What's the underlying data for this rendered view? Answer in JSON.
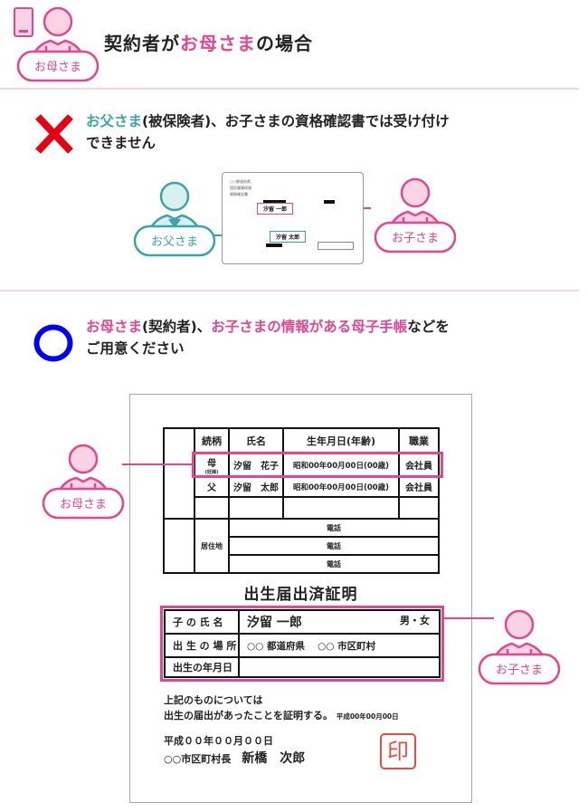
{
  "colors": {
    "pink": "#e4468f",
    "pink_fill": "#fad3e5",
    "teal": "#3aa5a8",
    "teal_fill": "#d9f0f0",
    "cross": "#e60012",
    "circle": "#0000ff"
  },
  "header": {
    "title_prefix": "契約者が",
    "title_highlight": "お母さま",
    "title_suffix": "の場合",
    "badge": "お母さま",
    "icon": "smartphone-icon"
  },
  "ng": {
    "icon": "cross-icon",
    "highlight": "お父さま",
    "text1": "(被保険者)、お子さまの資格確認書では受け付け",
    "text2": "できません",
    "father_label": "お父さま",
    "child_label": "お子さま",
    "card": {
      "insured_name": "汐留 一郎",
      "holder_name": "汐留 太郎",
      "row1": "○○都道府県",
      "row2": "国民健康保険",
      "row3": "資格確認書"
    }
  },
  "ok": {
    "icon": "circle-icon",
    "highlight1": "お母さま",
    "mid1": "(契約者)、",
    "highlight2": "お子さまの情報がある母子手帳",
    "text_end": "などを",
    "text2": "ご用意ください",
    "mother_label": "お母さま",
    "child_label": "お子さま"
  },
  "document": {
    "headers": [
      "続柄",
      "氏名",
      "生年月日(年齢)",
      "職業"
    ],
    "rows": [
      {
        "relation": "母",
        "relation_sub": "(妊婦)",
        "name": "汐留　花子",
        "birth": "昭和00年00月00日(00歳)",
        "job": "会社員"
      },
      {
        "relation": "父",
        "relation_sub": "",
        "name": "汐留　太郎",
        "birth": "昭和00年00月00日(00歳)",
        "job": "会社員"
      }
    ],
    "address_label": "居住地",
    "phone_label": "電話",
    "cert_title": "出生届出済証明",
    "child_name_label": "子 の 氏 名",
    "child_name": "汐留 一郎",
    "sex": "男・女",
    "birthplace_label": "出 生 の 場 所",
    "birthplace": "○○ 都道府県　 ○○ 市区町村",
    "birthdate_label": "出生の年月日",
    "statement1": "上記のものについては",
    "statement2": "出生の届出があったことを証明する。",
    "statement_date": "平成00年00月00日",
    "issue_date": "平成００年００月００日",
    "mayor_title": "○○市区町村長",
    "mayor_name": "新橋　次郎",
    "stamp": "印"
  }
}
